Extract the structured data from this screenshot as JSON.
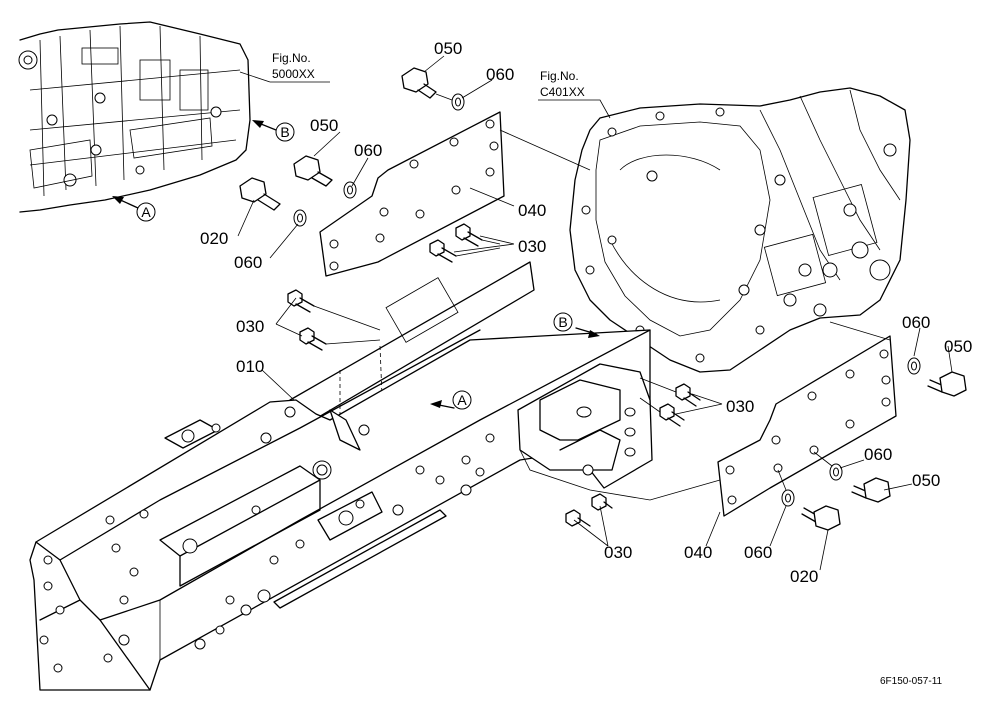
{
  "figure_refs": {
    "engine": {
      "line1": "Fig.No.",
      "line2": "5000XX"
    },
    "transmission": {
      "line1": "Fig.No.",
      "line2": "C401XX"
    }
  },
  "markers": {
    "a": "A",
    "b": "B"
  },
  "parts": {
    "p010": "010",
    "p020": "020",
    "p030": "030",
    "p040": "040",
    "p050": "050",
    "p060": "060"
  },
  "drawing_code": "6F150-057-11"
}
